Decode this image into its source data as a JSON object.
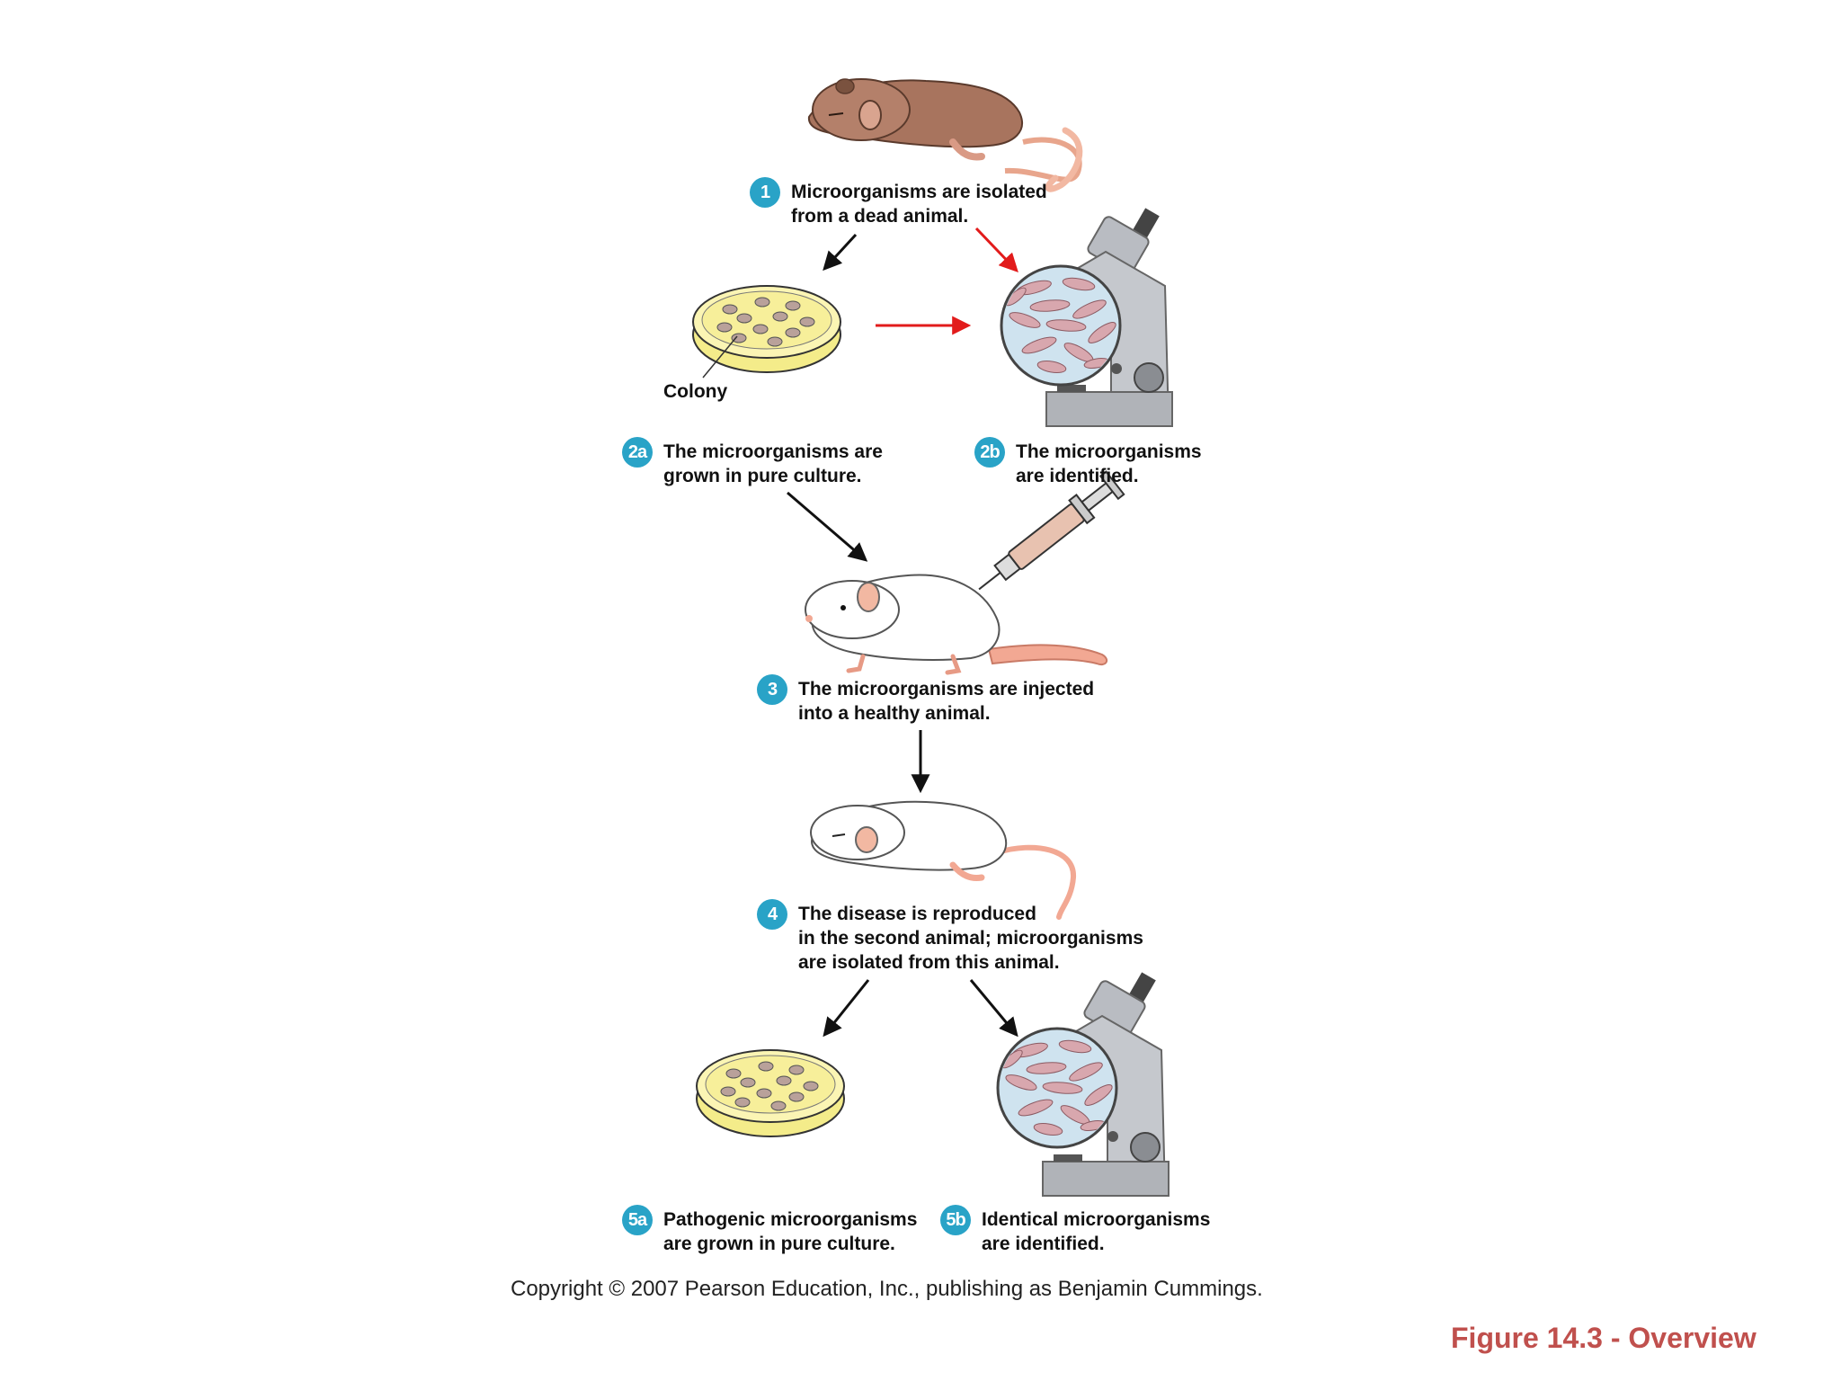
{
  "steps": [
    {
      "num": "1",
      "line1": "Microorganisms are isolated",
      "line2": "from a dead animal."
    },
    {
      "num": "2a",
      "line1": "The microorganisms are",
      "line2": "grown in pure culture."
    },
    {
      "num": "2b",
      "line1": "The microorganisms",
      "line2": "are identified."
    },
    {
      "num": "3",
      "line1": "The microorganisms are injected",
      "line2": "into a healthy animal."
    },
    {
      "num": "4",
      "line1": "The disease is reproduced",
      "line2": "in the second animal; microorganisms",
      "line3": "are isolated from this animal."
    },
    {
      "num": "5a",
      "line1": "Pathogenic microorganisms",
      "line2": "are grown in pure culture."
    },
    {
      "num": "5b",
      "line1": "Identical microorganisms",
      "line2": "are identified."
    }
  ],
  "colony_label": "Colony",
  "copyright": "Copyright © 2007 Pearson Education, Inc., publishing as Benjamin Cummings.",
  "figure_title": "Figure 14.3 - Overview",
  "colors": {
    "step_badge": "#29a3c7",
    "red_arrow": "#e21b1b",
    "figure_title": "#c0504d",
    "dead_mouse": "#a8745e",
    "culture_agar": "#f4ec8a",
    "bacteria": "#c99aa0",
    "microscope": "#b9bcc2"
  },
  "icons": [
    "dead-mouse-icon",
    "petri-dish-icon",
    "microscope-icon",
    "healthy-mouse-icon",
    "syringe-icon",
    "sick-mouse-icon",
    "arrow-icon"
  ]
}
